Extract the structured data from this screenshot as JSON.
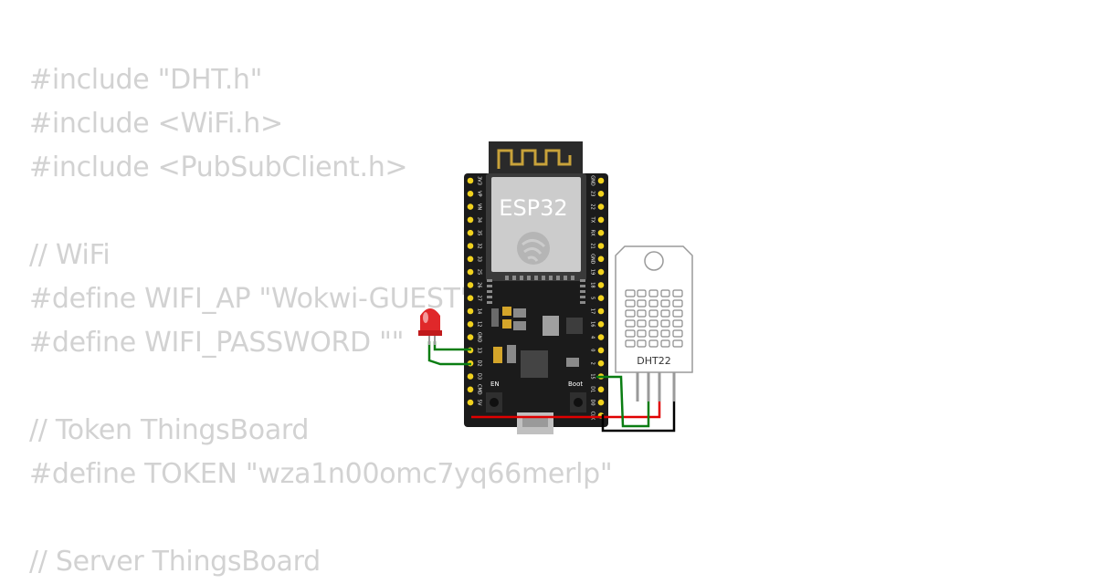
{
  "code": [
    "#include \"DHT.h\"",
    "#include <WiFi.h>",
    "#include <PubSubClient.h>",
    "",
    "// WiFi",
    "#define WIFI_AP \"Wokwi-GUEST\"",
    "#define WIFI_PASSWORD \"\"",
    "",
    "// Token ThingsBoard",
    "#define TOKEN \"wza1n00omc7yq66merlp\"",
    "",
    "// Server ThingsBoard"
  ],
  "board": {
    "module_label": "ESP32",
    "en_label": "EN",
    "boot_label": "Boot",
    "pins_left": [
      "3V3",
      "VP",
      "VN",
      "34",
      "35",
      "32",
      "33",
      "25",
      "26",
      "27",
      "14",
      "12",
      "GND",
      "13",
      "D2",
      "D3",
      "CMD",
      "5V"
    ],
    "pins_right": [
      "GND",
      "23",
      "22",
      "TX",
      "RX",
      "21",
      "GND",
      "19",
      "18",
      "5",
      "17",
      "16",
      "4",
      "0",
      "2",
      "15",
      "D1",
      "D0",
      "CLK"
    ]
  },
  "sensor": {
    "label": "DHT22"
  },
  "colors": {
    "board": "#1b1b1b",
    "module": "#cccccc",
    "pin": "#f1d21e",
    "led": "#e0282a",
    "wire_red": "#e00000",
    "wire_green": "#0a7d12",
    "wire_black": "#000000",
    "sensor": "#ffffff"
  }
}
